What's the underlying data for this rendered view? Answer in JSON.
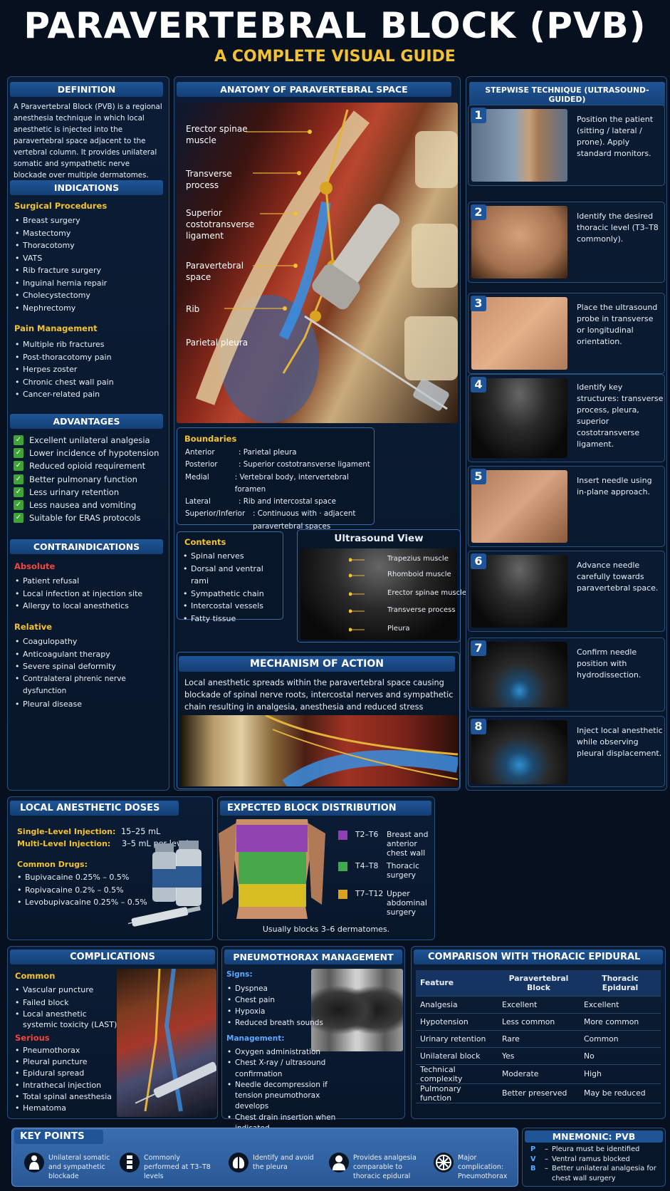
{
  "title": "PARAVERTEBRAL BLOCK (PVB)",
  "subtitle": "A COMPLETE VISUAL GUIDE",
  "definition": {
    "heading": "DEFINITION",
    "text": "A Paravertebral Block (PVB) is a regional anesthesia technique in which local anesthetic is injected into the paravertebral space adjacent to the vertebral column. It provides unilateral somatic and sympathetic nerve blockade over multiple dermatomes."
  },
  "indications": {
    "heading": "INDICATIONS",
    "surgical_title": "Surgical Procedures",
    "surgical": [
      "Breast surgery",
      "Mastectomy",
      "Thoracotomy",
      "VATS",
      "Rib fracture surgery",
      "Inguinal hernia repair",
      "Cholecystectomy",
      "Nephrectomy"
    ],
    "pain_title": "Pain Management",
    "pain": [
      "Multiple rib fractures",
      "Post-thoracotomy pain",
      "Herpes zoster",
      "Chronic chest wall pain",
      "Cancer-related pain"
    ]
  },
  "advantages": {
    "heading": "ADVANTAGES",
    "items": [
      "Excellent unilateral analgesia",
      "Lower incidence of hypotension",
      "Reduced opioid requirement",
      "Better pulmonary function",
      "Less urinary retention",
      "Less nausea and vomiting",
      "Suitable for ERAS protocols"
    ]
  },
  "contraindications": {
    "heading": "CONTRAINDICATIONS",
    "absolute_title": "Absolute",
    "absolute": [
      "Patient refusal",
      "Local infection at injection site",
      "Allergy to local anesthetics"
    ],
    "relative_title": "Relative",
    "relative": [
      "Coagulopathy",
      "Anticoagulant therapy",
      "Severe spinal deformity",
      "Contralateral phrenic nerve dysfunction",
      "Pleural disease"
    ]
  },
  "anatomy": {
    "heading": "ANATOMY OF PARAVERTEBRAL SPACE",
    "labels": [
      "Erector spinae muscle",
      "Transverse process",
      "Superior costotransverse ligament",
      "Paravertebral space",
      "Rib",
      "Parietal pleura"
    ]
  },
  "boundaries": {
    "title": "Boundaries",
    "rows": [
      {
        "k": "Anterior",
        "v": ": Parietal pleura"
      },
      {
        "k": "Posterior",
        "v": ": Superior costotransverse ligament"
      },
      {
        "k": "Medial",
        "v": ": Vertebral body, intervertebral foramen"
      },
      {
        "k": "Lateral",
        "v": ": Rib and intercostal space"
      },
      {
        "k": "Superior/Inferior",
        "v": ": Continuous with · adjacent paravertebral spaces"
      }
    ]
  },
  "contents": {
    "title": "Contents",
    "items": [
      "Spinal nerves",
      "Dorsal and ventral rami",
      "Sympathetic chain",
      "Intercostal vessels",
      "Fatty tissue"
    ]
  },
  "ultrasound": {
    "title": "Ultrasound View",
    "labels": [
      "Trapezius muscle",
      "Rhomboid muscle",
      "Erector spinae muscle",
      "Transverse process",
      "Pleura"
    ]
  },
  "mechanism": {
    "heading": "MECHANISM OF ACTION",
    "text": "Local anesthetic spreads within the paravertebral space causing blockade of spinal nerve roots, intercostal nerves and sympathetic chain resulting in analgesia, anesthesia and reduced stress response."
  },
  "technique": {
    "heading": "STEPWISE TECHNIQUE (ULTRASOUND-GUIDED)",
    "steps": [
      {
        "n": "1",
        "t": "Position the patient (sitting / lateral / prone). Apply standard monitors."
      },
      {
        "n": "2",
        "t": "Identify the desired thoracic level (T3–T8 commonly)."
      },
      {
        "n": "3",
        "t": "Place the ultrasound probe in transverse or longitudinal orientation."
      },
      {
        "n": "4",
        "t": "Identify key structures: transverse process, pleura, superior costotransverse ligament."
      },
      {
        "n": "5",
        "t": "Insert needle using in-plane approach."
      },
      {
        "n": "6",
        "t": "Advance needle carefully towards paravertebral space."
      },
      {
        "n": "7",
        "t": "Confirm needle position with hydrodissection."
      },
      {
        "n": "8",
        "t": "Inject local anesthetic while observing pleural displacement."
      }
    ]
  },
  "doses": {
    "heading": "LOCAL ANESTHETIC DOSES",
    "single_k": "Single-Level Injection:",
    "single_v": "15–25 mL",
    "multi_k": "Multi-Level Injection:",
    "multi_v": "3–5 mL per level",
    "drugs_title": "Common Drugs:",
    "drugs": [
      "Bupivacaine 0.25% – 0.5%",
      "Ropivacaine 0.2% – 0.5%",
      "Levobupivacaine 0.25% – 0.5%"
    ]
  },
  "distribution": {
    "heading": "EXPECTED BLOCK DISTRIBUTION",
    "items": [
      {
        "level": "T2–T6",
        "desc": "Breast and anterior chest wall",
        "color": "#8e3fb5"
      },
      {
        "level": "T4–T8",
        "desc": "Thoracic surgery",
        "color": "#3faa4a"
      },
      {
        "level": "T7–T12",
        "desc": "Upper abdominal surgery",
        "color": "#d9a320"
      }
    ],
    "note": "Usually blocks 3–6 dermatomes."
  },
  "complications": {
    "heading": "COMPLICATIONS",
    "common_title": "Common",
    "common": [
      "Vascular puncture",
      "Failed block",
      "Local anesthetic systemic toxicity (LAST)"
    ],
    "serious_title": "Serious",
    "serious": [
      "Pneumothorax",
      "Pleural puncture",
      "Epidural spread",
      "Intrathecal injection",
      "Total spinal anesthesia",
      "Hematoma"
    ]
  },
  "pneumothorax": {
    "heading": "PNEUMOTHORAX MANAGEMENT",
    "signs_title": "Signs:",
    "signs": [
      "Dyspnea",
      "Chest pain",
      "Hypoxia",
      "Reduced breath sounds"
    ],
    "mgmt_title": "Management:",
    "mgmt": [
      "Oxygen administration",
      "Chest X-ray / ultrasound confirmation",
      "Needle decompression if tension pneumothorax develops",
      "Chest drain insertion when indicated"
    ]
  },
  "comparison": {
    "heading": "COMPARISON WITH THORACIC EPIDURAL",
    "cols": [
      "Feature",
      "Paravertebral Block",
      "Thoracic Epidural"
    ],
    "rows": [
      [
        "Analgesia",
        "Excellent",
        "Excellent"
      ],
      [
        "Hypotension",
        "Less common",
        "More common"
      ],
      [
        "Urinary retention",
        "Rare",
        "Common"
      ],
      [
        "Unilateral block",
        "Yes",
        "No"
      ],
      [
        "Technical complexity",
        "Moderate",
        "High"
      ],
      [
        "Pulmonary function",
        "Better preserved",
        "May be reduced"
      ]
    ]
  },
  "keypoints": {
    "heading": "KEY POINTS",
    "items": [
      {
        "icon": "person-icon",
        "t": "Unilateral somatic and sympathetic blockade"
      },
      {
        "icon": "spine-icon",
        "t": "Commonly performed at T3–T8 levels"
      },
      {
        "icon": "lungs-icon",
        "t": "Identify and avoid the pleura"
      },
      {
        "icon": "user-icon",
        "t": "Provides analgesia comparable to thoracic epidural"
      },
      {
        "icon": "warning-icon",
        "t": "Major complication: Pneumothorax"
      }
    ]
  },
  "mnemonic": {
    "heading": "MNEMONIC: PVB",
    "items": [
      {
        "l": "P",
        "t": "Pleura must be identified"
      },
      {
        "l": "V",
        "t": "Ventral ramus blocked"
      },
      {
        "l": "B",
        "t": "Better unilateral analgesia for chest wall surgery"
      }
    ]
  }
}
